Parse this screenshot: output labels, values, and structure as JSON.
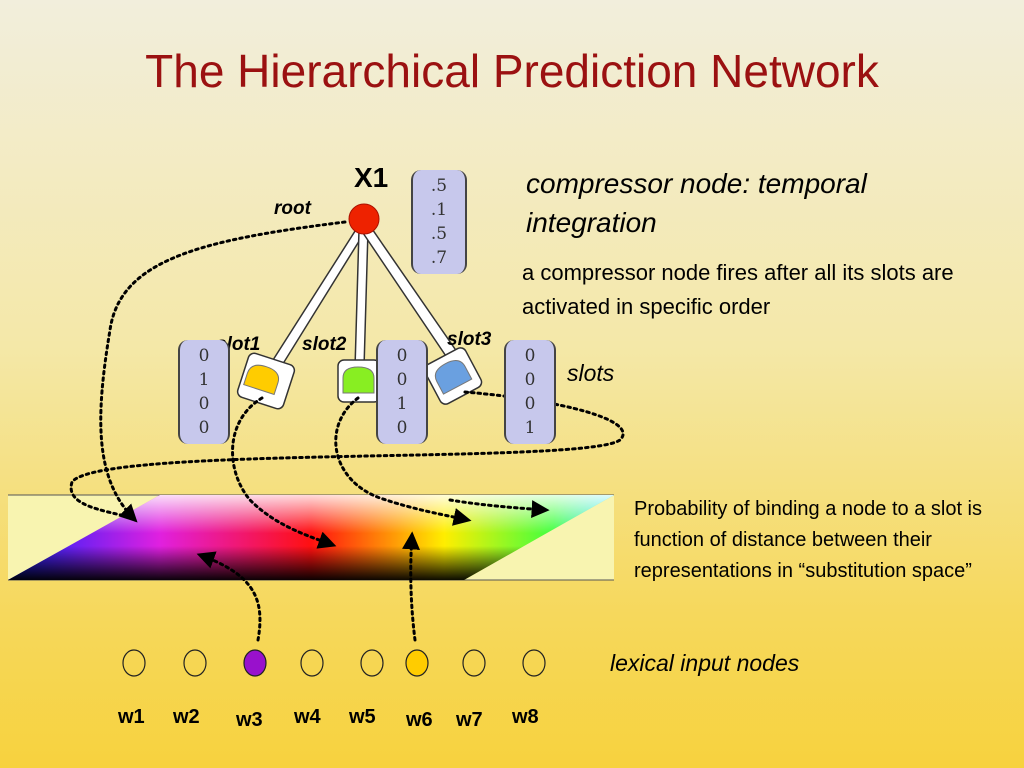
{
  "title": "The Hierarchical Prediction Network",
  "root_node": {
    "name": "X1",
    "label": "root",
    "vector": [
      ".5",
      ".1",
      ".5",
      ".7"
    ]
  },
  "compressor": {
    "heading": "compressor node: temporal integration",
    "description": "a compressor node fires after all its slots are activated in specific order"
  },
  "slots": {
    "caption": "slots",
    "items": [
      {
        "label": "slot1",
        "color": "#ffcc00"
      },
      {
        "label": "slot2",
        "color": "#88ee22"
      },
      {
        "label": "slot3",
        "color": "#6aa0e0"
      }
    ]
  },
  "vectors": {
    "left": [
      "0",
      "1",
      "0",
      "0"
    ],
    "middle": [
      "0",
      "0",
      "1",
      "0"
    ],
    "right": [
      "0",
      "0",
      "0",
      "1"
    ]
  },
  "substitution_space_text": "Probability of binding a node to a slot is function of distance between their representations in “substitution space”",
  "lexical": {
    "caption": "lexical input nodes",
    "words": [
      "w1",
      "w2",
      "w3",
      "w4",
      "w5",
      "w6",
      "w7",
      "w8"
    ],
    "active": {
      "w3": "#9911cc",
      "w6": "#ffcc00"
    }
  },
  "colors": {
    "title": "#9b1111",
    "root_node": "#ee2200"
  }
}
